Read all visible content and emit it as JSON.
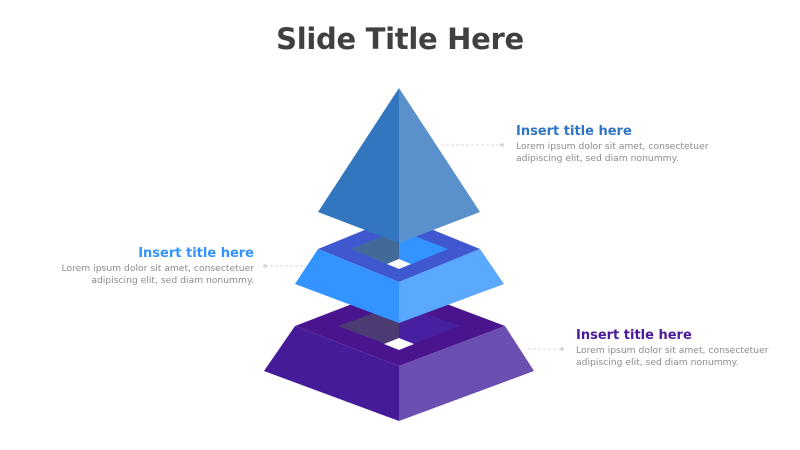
{
  "slide": {
    "title": "Slide Title Here"
  },
  "levels": [
    {
      "id": "top",
      "title": "Insert title here",
      "body_line1": "Lorem ipsum dolor sit amet, consectetuer",
      "body_line2": "adipiscing elit, sed diam nonummy.",
      "title_color": "#2F75C6",
      "side": "right"
    },
    {
      "id": "middle",
      "title": "Insert title here",
      "body_line1": "Lorem ipsum dolor sit amet, consectetuer",
      "body_line2": "adipiscing elit, sed diam nonummy.",
      "title_color": "#3394FF",
      "side": "left"
    },
    {
      "id": "bottom",
      "title": "Insert title here",
      "body_line1": "Lorem ipsum dolor sit amet, consectetuer",
      "body_line2": "adipiscing elit, sed diam nonummy.",
      "title_color": "#4A1A9A",
      "side": "right"
    }
  ],
  "colors": {
    "top_left": "#3276BF",
    "top_right": "#5A91CC",
    "mid_ring": "#3F58D0",
    "mid_left": "#3394FF",
    "mid_right": "#5AA8FF",
    "bot_ring": "#4A148F",
    "bot_left": "#461B99",
    "bot_right": "#6B4FB0",
    "connector": "#d9d9d9"
  }
}
